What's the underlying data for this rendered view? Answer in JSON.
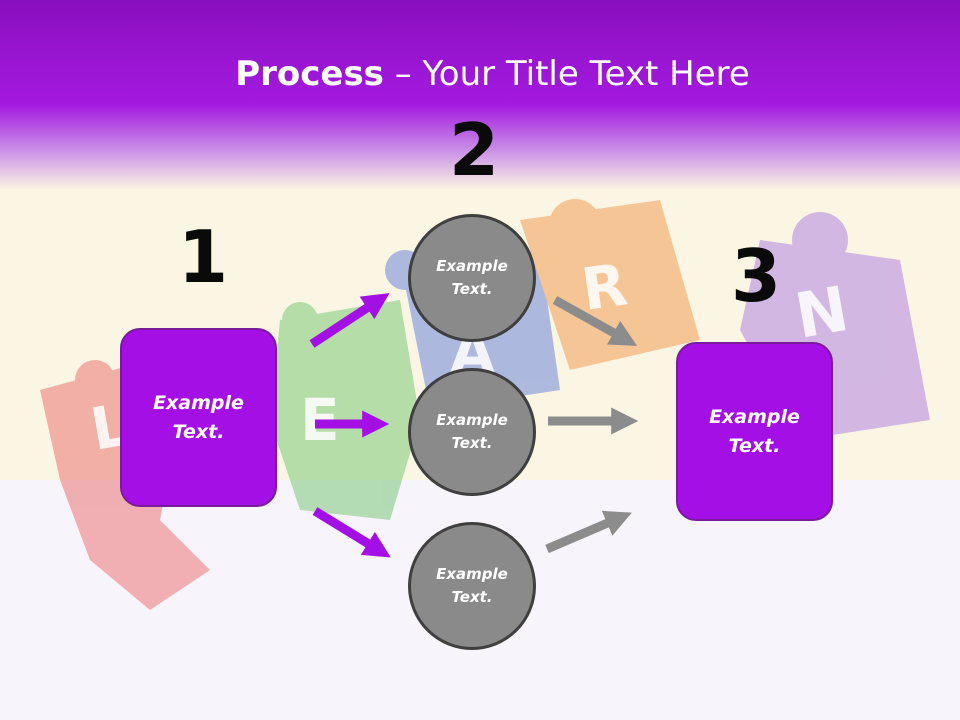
{
  "title": {
    "bold": "Process",
    "rest": " – Your Title Text Here"
  },
  "steps": [
    {
      "number": "1",
      "label_line1": "Example",
      "label_line2": "Text."
    },
    {
      "number": "2",
      "items": [
        {
          "line1": "Example",
          "line2": "Text."
        },
        {
          "line1": "Example",
          "line2": "Text."
        },
        {
          "line1": "Example",
          "line2": "Text."
        }
      ]
    },
    {
      "number": "3",
      "label_line1": "Example",
      "label_line2": "Text."
    }
  ],
  "background_word": [
    "L",
    "E",
    "A",
    "R",
    "N"
  ],
  "colors": {
    "header": "#a41ae0",
    "accent": "#a40fe6",
    "circle": "#8a8a8a",
    "arrow_purple": "#a40fe6",
    "arrow_gray": "#8c8c8c"
  }
}
